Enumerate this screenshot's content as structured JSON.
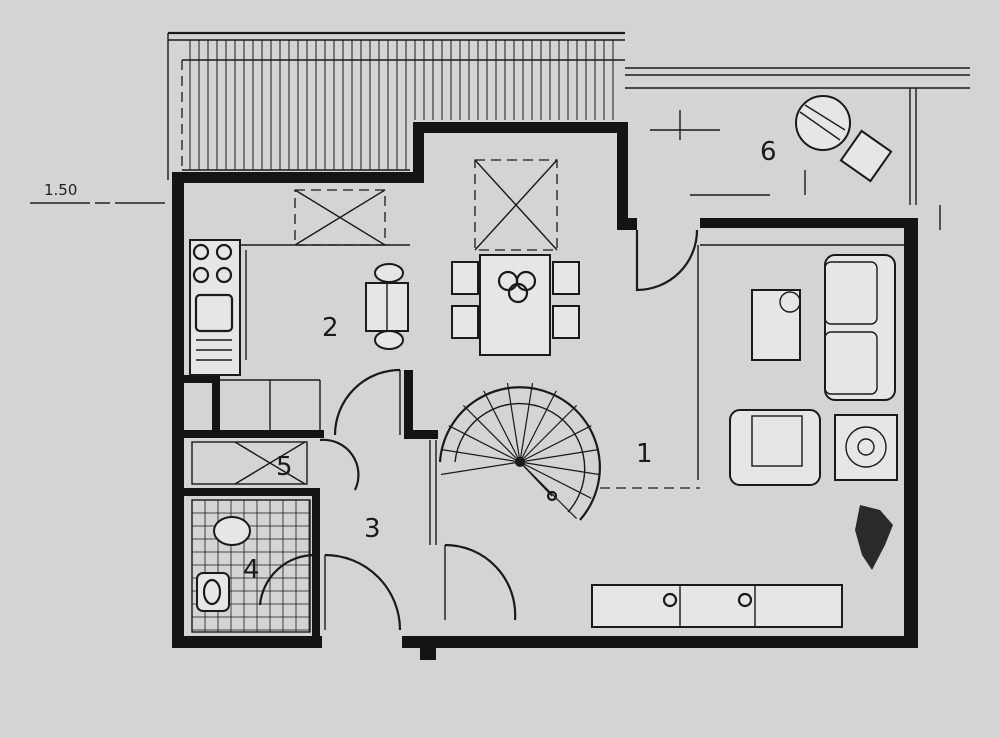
{
  "scale": {
    "label": "1.50"
  },
  "rooms": [
    {
      "id": "1",
      "label": "1"
    },
    {
      "id": "2",
      "label": "2"
    },
    {
      "id": "3",
      "label": "3"
    },
    {
      "id": "4",
      "label": "4"
    },
    {
      "id": "5",
      "label": "5"
    },
    {
      "id": "6",
      "label": "6"
    }
  ],
  "colors": {
    "wall": "#141414",
    "paper": "#d4d4d4",
    "line": "#1a1a1a"
  }
}
